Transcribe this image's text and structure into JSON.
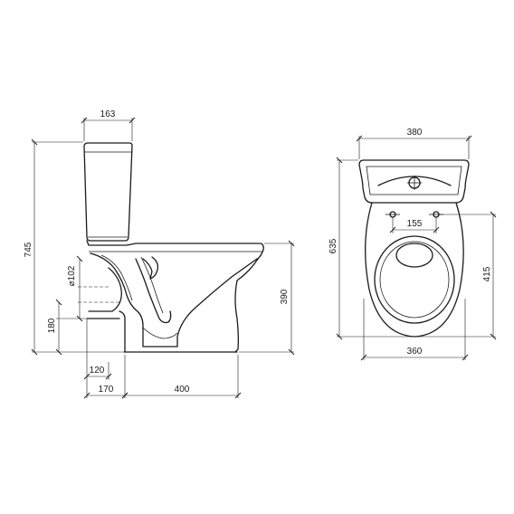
{
  "dimensions": {
    "tank_depth": "163",
    "total_height": "745",
    "outlet_diameter": "⌀102",
    "outlet_height": "180",
    "seat_height": "390",
    "outlet_offset": "120",
    "rear_distance": "170",
    "bowl_length": "400",
    "tank_width": "380",
    "total_depth": "635",
    "bolt_spacing": "155",
    "bowl_depth": "415",
    "bowl_width": "360"
  }
}
